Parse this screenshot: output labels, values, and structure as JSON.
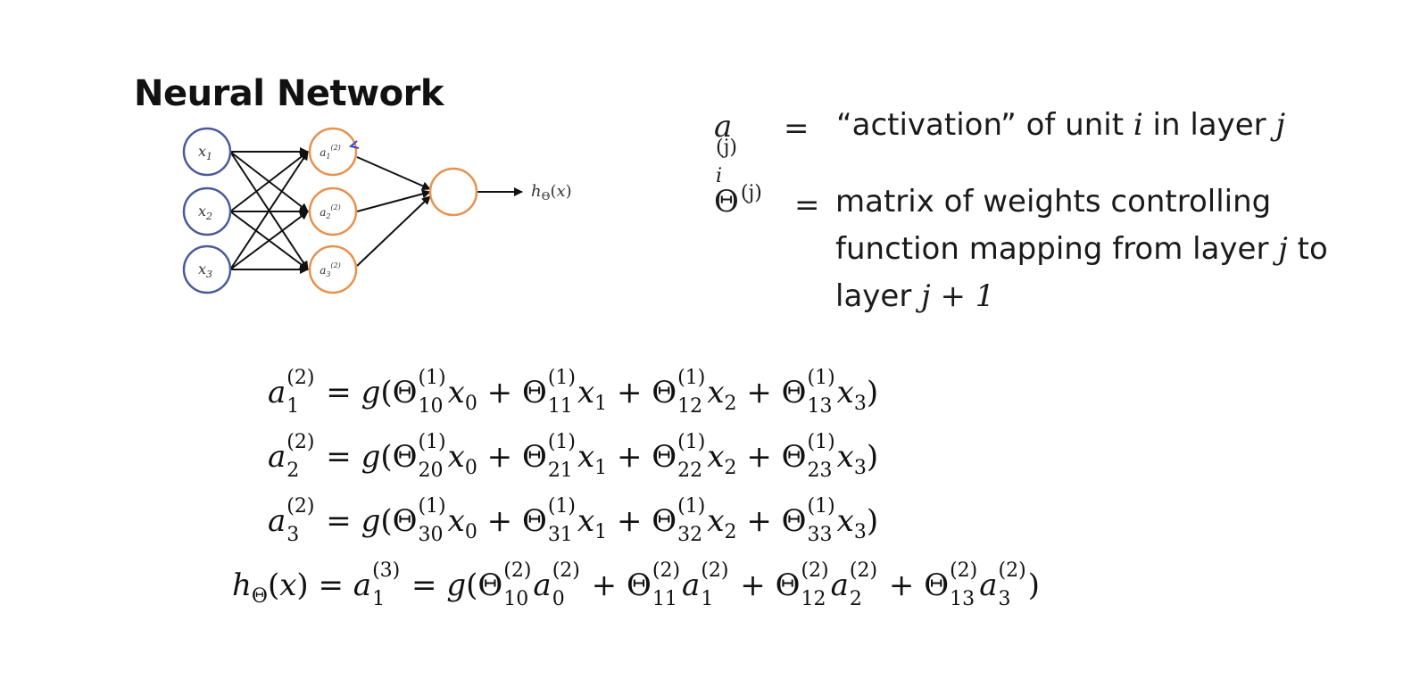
{
  "title": "Neural Network",
  "network": {
    "inputs": [
      "x1",
      "x2",
      "x3"
    ],
    "hidden_label": "a(2)",
    "output_label": "hΘ(x)",
    "input_color": "#4a5a9a",
    "hidden_color": "#e8914a",
    "output_color": "#e8914a"
  },
  "definitions": {
    "activation": {
      "symbol": "a",
      "sup": "(j)",
      "sub": "i",
      "eq": "=",
      "text_prefix": "“activation” of unit",
      "var_i": "i",
      "text_mid": "in layer",
      "var_j": "j"
    },
    "theta": {
      "symbol": "Θ",
      "sup": "(j)",
      "eq": "=",
      "line1": "matrix of weights controlling",
      "line2_prefix": "function mapping from layer",
      "line2_var": "j",
      "line2_suffix": "to",
      "line3_prefix": "layer",
      "line3_expr": "j + 1"
    }
  },
  "equations": {
    "rows": [
      {
        "lhs": "a",
        "lhs_sup": "(2)",
        "lhs_sub": "1",
        "g": "= g(",
        "terms": [
          {
            "sup": "(1)",
            "sub": "10",
            "var": "x",
            "vsub": "0"
          },
          {
            "sup": "(1)",
            "sub": "11",
            "var": "x",
            "vsub": "1"
          },
          {
            "sup": "(1)",
            "sub": "12",
            "var": "x",
            "vsub": "2"
          },
          {
            "sup": "(1)",
            "sub": "13",
            "var": "x",
            "vsub": "3"
          }
        ]
      },
      {
        "lhs": "a",
        "lhs_sup": "(2)",
        "lhs_sub": "2",
        "g": "= g(",
        "terms": [
          {
            "sup": "(1)",
            "sub": "20",
            "var": "x",
            "vsub": "0"
          },
          {
            "sup": "(1)",
            "sub": "21",
            "var": "x",
            "vsub": "1"
          },
          {
            "sup": "(1)",
            "sub": "22",
            "var": "x",
            "vsub": "2"
          },
          {
            "sup": "(1)",
            "sub": "23",
            "var": "x",
            "vsub": "3"
          }
        ]
      },
      {
        "lhs": "a",
        "lhs_sup": "(2)",
        "lhs_sub": "3",
        "g": "= g(",
        "terms": [
          {
            "sup": "(1)",
            "sub": "30",
            "var": "x",
            "vsub": "0"
          },
          {
            "sup": "(1)",
            "sub": "31",
            "var": "x",
            "vsub": "1"
          },
          {
            "sup": "(1)",
            "sub": "32",
            "var": "x",
            "vsub": "2"
          },
          {
            "sup": "(1)",
            "sub": "33",
            "var": "x",
            "vsub": "3"
          }
        ]
      }
    ],
    "final": {
      "lhs": "hΘ(x) = a",
      "lhs_sup": "(3)",
      "lhs_sub": "1",
      "g": "= g(",
      "terms": [
        {
          "sup": "(2)",
          "sub": "10",
          "var": "a",
          "vsup": "(2)",
          "vsub": "0"
        },
        {
          "sup": "(2)",
          "sub": "11",
          "var": "a",
          "vsup": "(2)",
          "vsub": "1"
        },
        {
          "sup": "(2)",
          "sub": "12",
          "var": "a",
          "vsup": "(2)",
          "vsub": "2"
        },
        {
          "sup": "(2)",
          "sub": "13",
          "var": "a",
          "vsup": "(2)",
          "vsub": "3"
        }
      ]
    },
    "plus": "+",
    "close": ")"
  }
}
